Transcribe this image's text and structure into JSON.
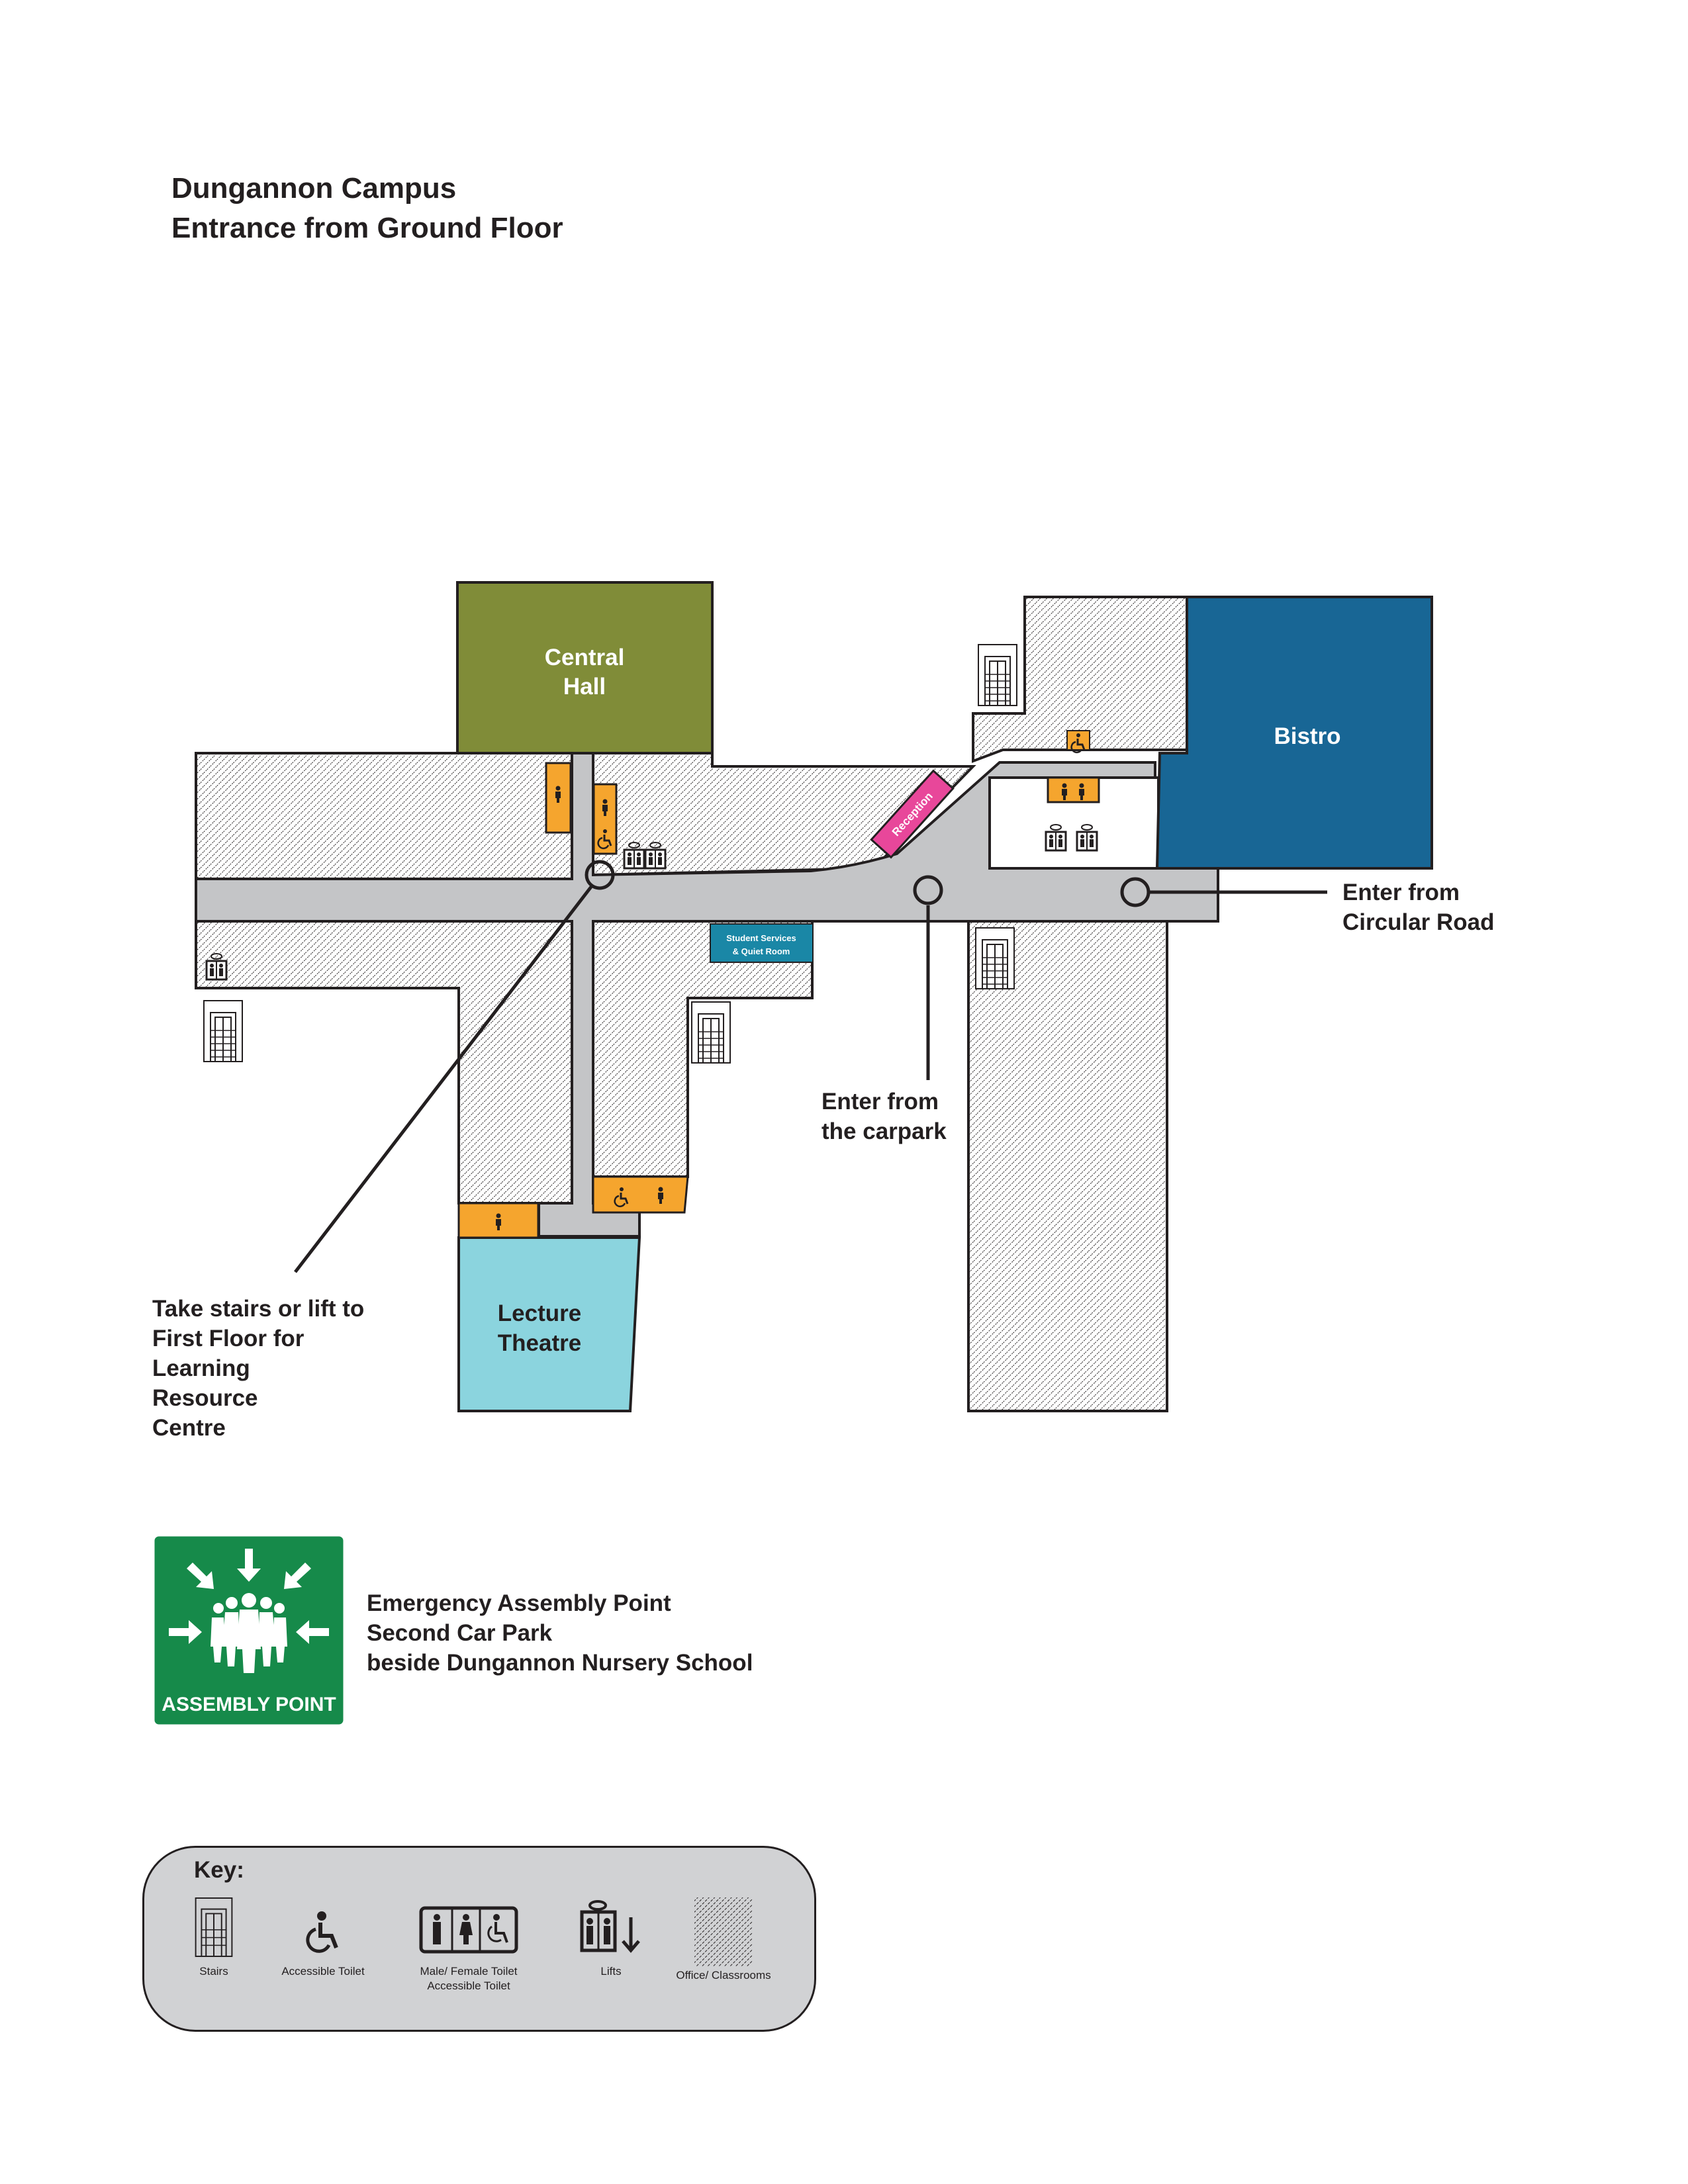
{
  "title": {
    "line1": "Dungannon Campus",
    "line2": "Entrance from Ground Floor"
  },
  "rooms": {
    "central_hall": [
      "Central",
      "Hall"
    ],
    "bistro": "Bistro",
    "lecture_theatre": [
      "Lecture",
      "Theatre"
    ],
    "reception": "Reception",
    "student_services": [
      "Student Services",
      "& Quiet Room"
    ]
  },
  "callouts": {
    "circular_road": [
      "Enter from",
      "Circular Road"
    ],
    "carpark": [
      "Enter from",
      "the carpark"
    ],
    "stairs_lift": [
      "Take stairs or lift to",
      "First Floor for",
      "Learning",
      "Resource",
      "Centre"
    ]
  },
  "assembly": {
    "sign_label": "ASSEMBLY POINT",
    "lines": [
      "Emergency Assembly Point",
      "Second Car Park",
      "beside Dungannon Nursery School"
    ]
  },
  "key": {
    "title": "Key:",
    "items": [
      {
        "icon": "stairs-icon",
        "label": "Stairs"
      },
      {
        "icon": "accessible-toilet-icon",
        "label": "Accessible Toilet"
      },
      {
        "icon": "toilets-icon",
        "label": "Male/ Female Toilet",
        "label2": "Accessible Toilet"
      },
      {
        "icon": "lift-icon",
        "label": "Lifts"
      },
      {
        "icon": "hatch-icon",
        "label": "Office/ Classrooms"
      }
    ]
  },
  "colors": {
    "central_hall": "#808c38",
    "bistro": "#186695",
    "lecture_theatre": "#8bd4de",
    "reception": "#e8479a",
    "student_services": "#1a87a6",
    "toilets": "#f5a52e",
    "corridor": "#c4c5c7",
    "assembly_green": "#168a4a",
    "key_bg": "#d1d2d4"
  }
}
